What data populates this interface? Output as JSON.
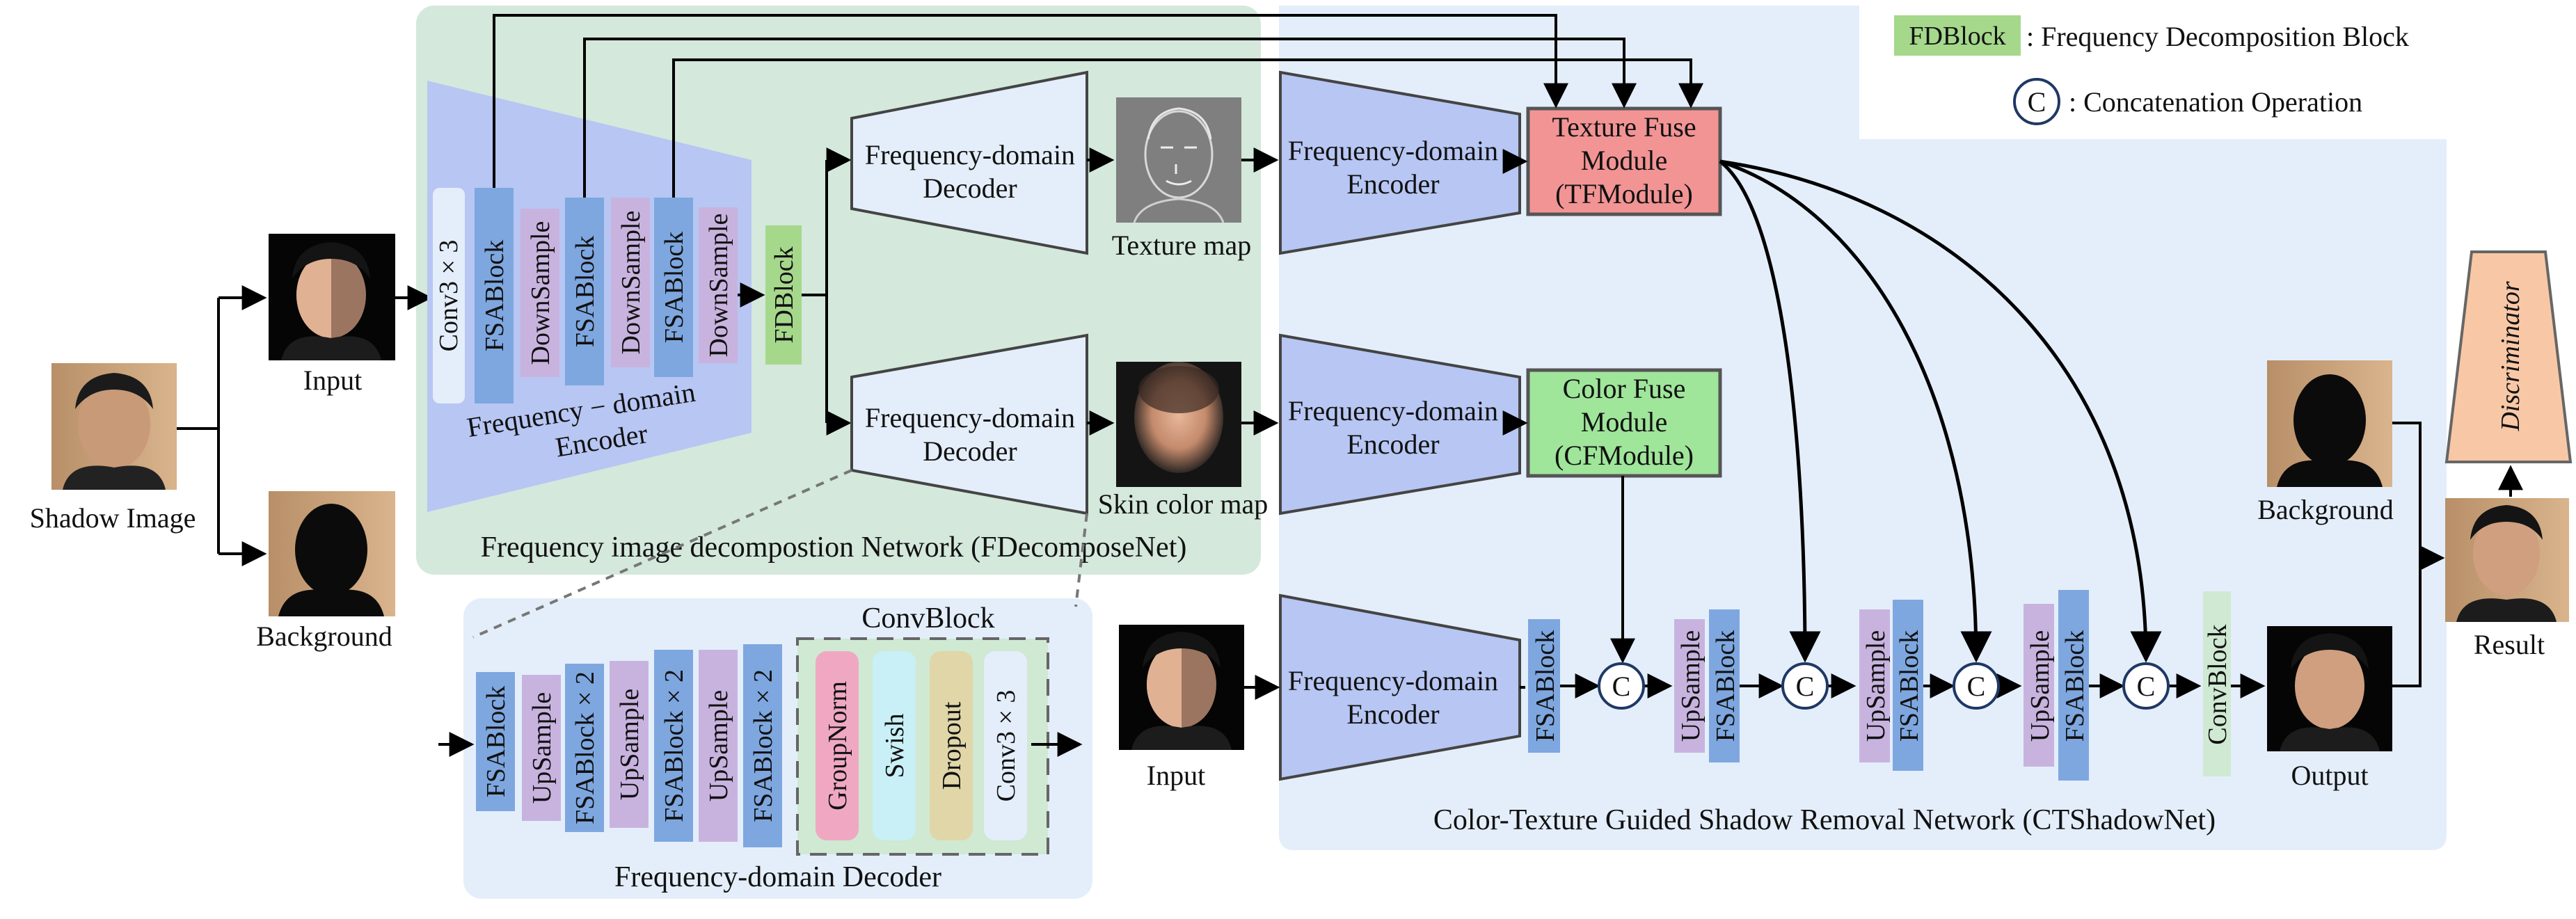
{
  "legend": {
    "fdblock_key": "FDBlock",
    "fdblock_desc": ": Frequency Decomposition Block",
    "concat_key": "C",
    "concat_desc": ": Concatenation Operation"
  },
  "inputs": {
    "shadow_image": "Shadow Image",
    "input": "Input",
    "background": "Background"
  },
  "fdecompose": {
    "network_title": "Frequency image decompostion Network (FDecomposeNet)",
    "encoder_blocks": [
      "Conv3 × 3",
      "FSABlock",
      "DownSample",
      "FSABlock",
      "DownSample",
      "FSABlock",
      "DownSample"
    ],
    "encoder_label_1": "Frequency − domain",
    "encoder_label_2": "Encoder",
    "fdblock": "FDBlock",
    "decoder_label_1": "Frequency-domain",
    "decoder_label_2": "Decoder",
    "texture_map": "Texture map",
    "skin_color_map": "Skin color map"
  },
  "decoder_detail": {
    "title": "Frequency-domain Decoder",
    "convblock_title": "ConvBlock",
    "blocks": [
      "FSABlock",
      "UpSample",
      "FSABlock × 2",
      "UpSample",
      "FSABlock × 2",
      "UpSample",
      "FSABlock × 2"
    ],
    "conv_blocks": [
      "GroupNorm",
      "Swish",
      "Dropout",
      "Conv3 × 3"
    ]
  },
  "ctshadow": {
    "network_title": "Color-Texture Guided Shadow Removal Network (CTShadowNet)",
    "encoder_label_1": "Frequency-domain",
    "encoder_label_2": "Encoder",
    "tf_line1": "Texture Fuse",
    "tf_line2": "Module",
    "tf_line3": "(TFModule)",
    "cf_line1": "Color Fuse",
    "cf_line2": "Module",
    "cf_line3": "(CFModule)",
    "fsablock": "FSABlock",
    "upsample": "UpSample",
    "convblock": "ConvBlock",
    "concat": "C",
    "input": "Input",
    "output": "Output",
    "background": "Background",
    "result": "Result",
    "discriminator": "Discriminator"
  },
  "colors": {
    "green_panel": "#d4e8dc",
    "blue_panel": "#e4eefa",
    "encoder_fill": "#b7c6f3",
    "fsablock": "#7ea7e0",
    "downsample": "#c8b3df",
    "fdblock": "#a6d88c",
    "tf_module": "#f29494",
    "cf_module": "#9fe59a",
    "discriminator": "#f8c8a6",
    "groupnorm": "#f0a8c2",
    "swish": "#c9f0f6",
    "dropout": "#e0d6a8",
    "convblock": "#cfe9d3"
  }
}
